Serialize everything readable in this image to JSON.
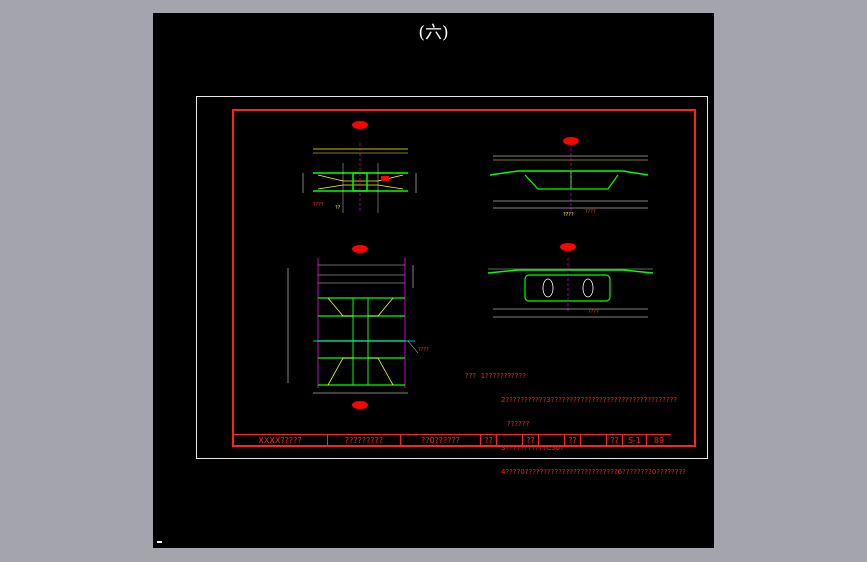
{
  "drawing_title": "(六)",
  "title_block": {
    "cells": [
      "XXXX?????",
      "?????????",
      "??0??????",
      "??",
      "",
      "??",
      "",
      "??",
      "",
      "??",
      "S-1",
      "89"
    ]
  },
  "notes": [
    "???  1???????????",
    "2???????????3??????????????????????????????????",
    "??????",
    "3???????????C50?",
    "4????0?????????????????????????6????????0????????"
  ],
  "colors": {
    "background": "#000000",
    "border_red": "#ff2020",
    "yellow": "#ffff00",
    "green": "#00ff00",
    "cyan": "#00ffff",
    "magenta": "#ff00ff"
  }
}
